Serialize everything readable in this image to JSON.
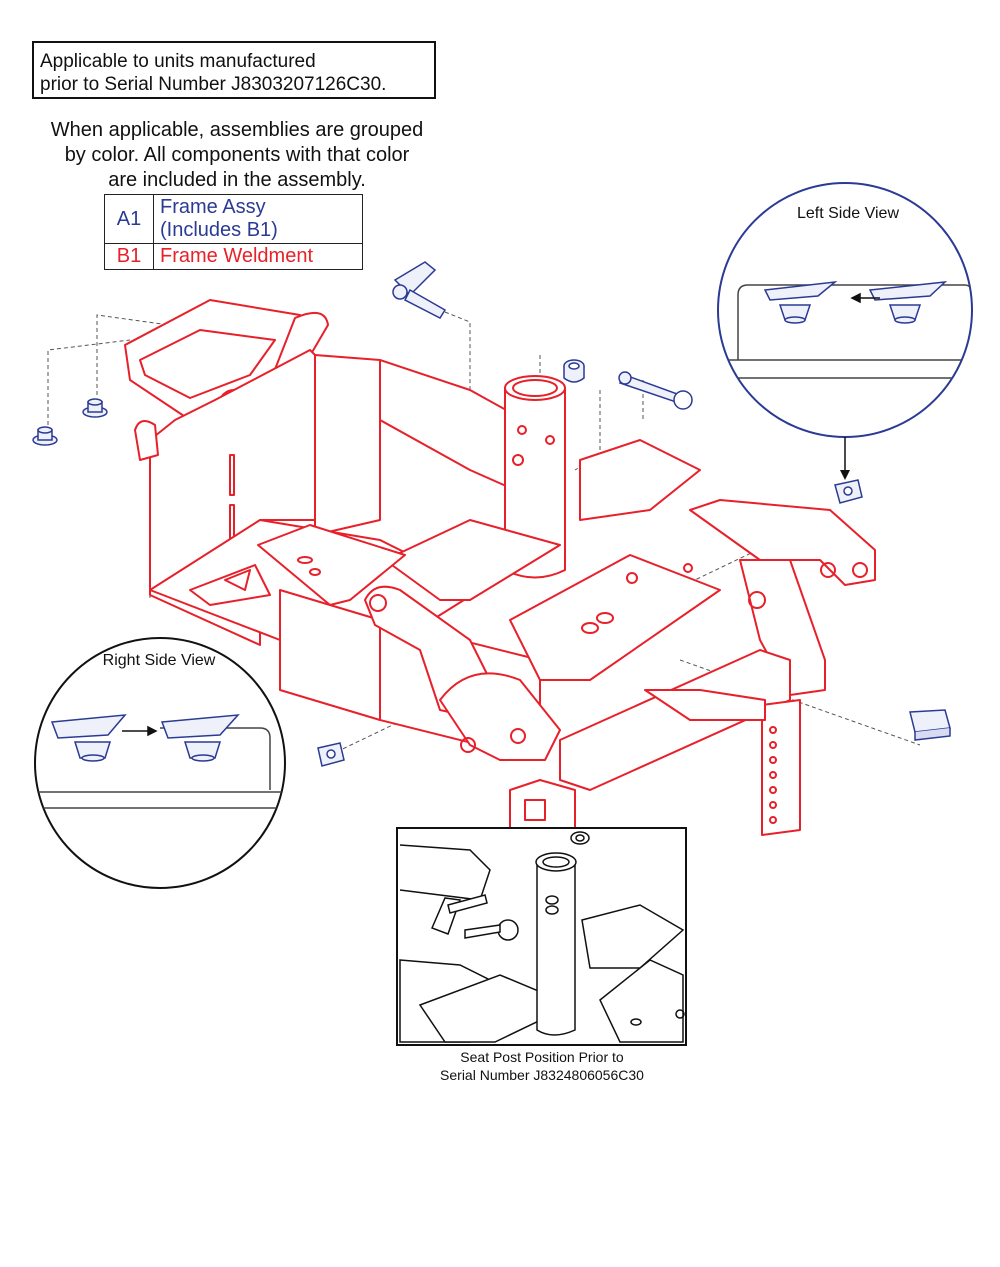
{
  "notice": {
    "line1": "Applicable to units manufactured",
    "line2": "prior to Serial Number J8303207126C30."
  },
  "grouping_note": {
    "line1": "When applicable, assemblies are grouped",
    "line2": "by color. All components with that color",
    "line3": "are included in the assembly."
  },
  "legend": {
    "rows": [
      {
        "code": "A1",
        "name_line1": "Frame Assy",
        "name_line2": "(Includes B1)",
        "color": "#2b3a94"
      },
      {
        "code": "B1",
        "name_line1": "Frame Weldment",
        "name_line2": "",
        "color": "#e8202a"
      }
    ]
  },
  "views": {
    "left": "Left Side View",
    "right": "Right Side View"
  },
  "inset": {
    "caption_line1": "Seat Post Position Prior to",
    "caption_line2": "Serial Number J8324806056C30"
  },
  "colors": {
    "frame": "#e8202a",
    "hardware": "#2b3a94",
    "inset_line": "#111111"
  }
}
